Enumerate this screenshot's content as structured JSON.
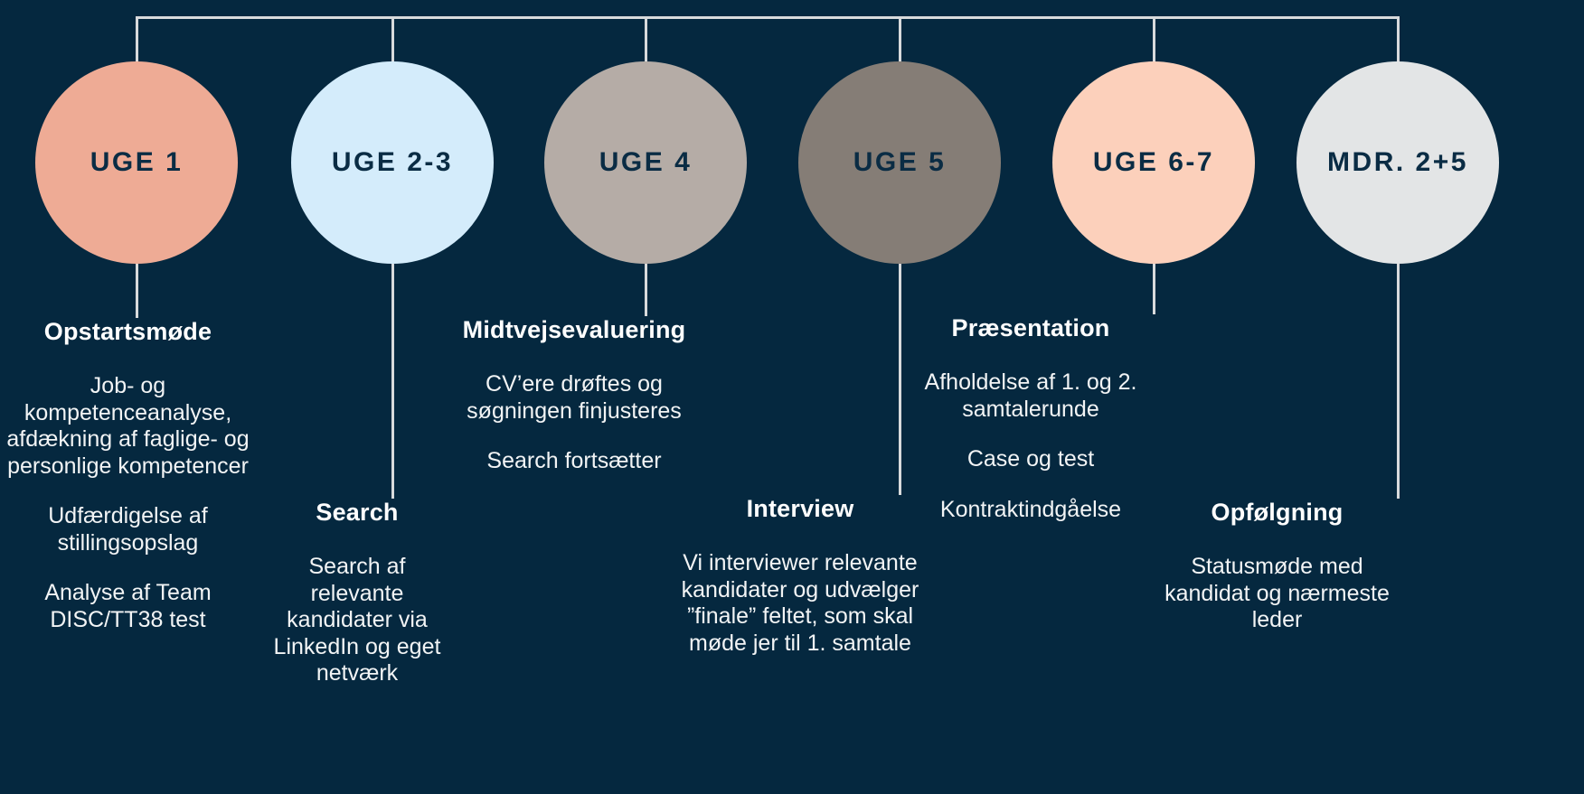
{
  "theme": {
    "background": "#05283f",
    "line": "#d8dadc",
    "heading_color": "#ffffff",
    "body_color": "#f2f4f5",
    "circle_label_color": "#0a2c44"
  },
  "connector": {
    "name": "top-bracket"
  },
  "steps": [
    {
      "id": "uge-1",
      "circle_label": "UGE 1",
      "circle_color": "#eeab95",
      "heading": "Opstartsmøde",
      "paragraphs": [
        "Job- og kompetenceanalyse, afdækning af faglige- og personlige kompetencer",
        "Udfærdigelse af stillingsopslag",
        "Analyse af Team DISC/TT38 test"
      ]
    },
    {
      "id": "uge-2-3",
      "circle_label": "UGE 2-3",
      "circle_color": "#d4ecfb",
      "heading": "Search",
      "paragraphs": [
        "Search af relevante kandidater via LinkedIn og eget netværk"
      ]
    },
    {
      "id": "uge-4",
      "circle_label": "UGE 4",
      "circle_color": "#b5aca6",
      "heading": "Midtvejsevaluering",
      "paragraphs": [
        "CV’ere drøftes og søgningen finjusteres",
        "Search fortsætter"
      ]
    },
    {
      "id": "uge-5",
      "circle_label": "UGE 5",
      "circle_color": "#857d76",
      "heading": "Interview",
      "paragraphs": [
        "Vi interviewer relevante kandidater og udvælger ”finale” feltet, som skal møde jer til 1. samtale"
      ]
    },
    {
      "id": "uge-6-7",
      "circle_label": "UGE 6-7",
      "circle_color": "#fcd0bb",
      "heading": "Præsentation",
      "paragraphs": [
        "Afholdelse af 1. og 2. samtalerunde",
        "Case og test",
        "Kontraktindgåelse"
      ]
    },
    {
      "id": "mdr-2-5",
      "circle_label": "MDR. 2+5",
      "circle_color": "#e3e5e6",
      "heading": "Opfølgning",
      "paragraphs": [
        "Statusmøde med kandidat og nærmeste leder"
      ]
    }
  ]
}
